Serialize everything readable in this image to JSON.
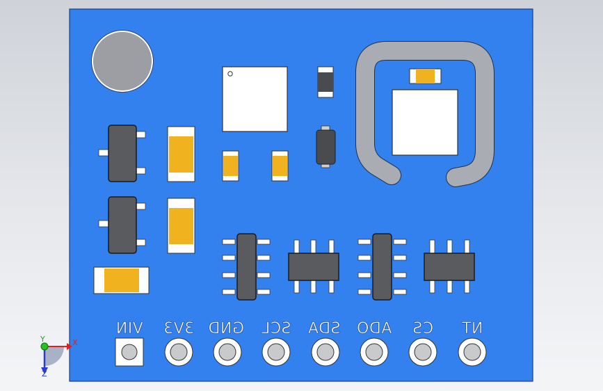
{
  "view": {
    "background": "#e3e5e9",
    "board_color": "#3381ee",
    "board_outline": "#1d3f86"
  },
  "pins": [
    {
      "label": "VIN",
      "shape": "square"
    },
    {
      "label": "3V3",
      "shape": "round"
    },
    {
      "label": "GND",
      "shape": "round"
    },
    {
      "label": "SCL",
      "shape": "round"
    },
    {
      "label": "SDA",
      "shape": "round"
    },
    {
      "label": "ADO",
      "shape": "round"
    },
    {
      "label": "CS",
      "shape": "round"
    },
    {
      "label": "NT",
      "shape": "round"
    }
  ],
  "triad": {
    "x_label": "X",
    "y_label": "Y",
    "z_label": "Z"
  }
}
